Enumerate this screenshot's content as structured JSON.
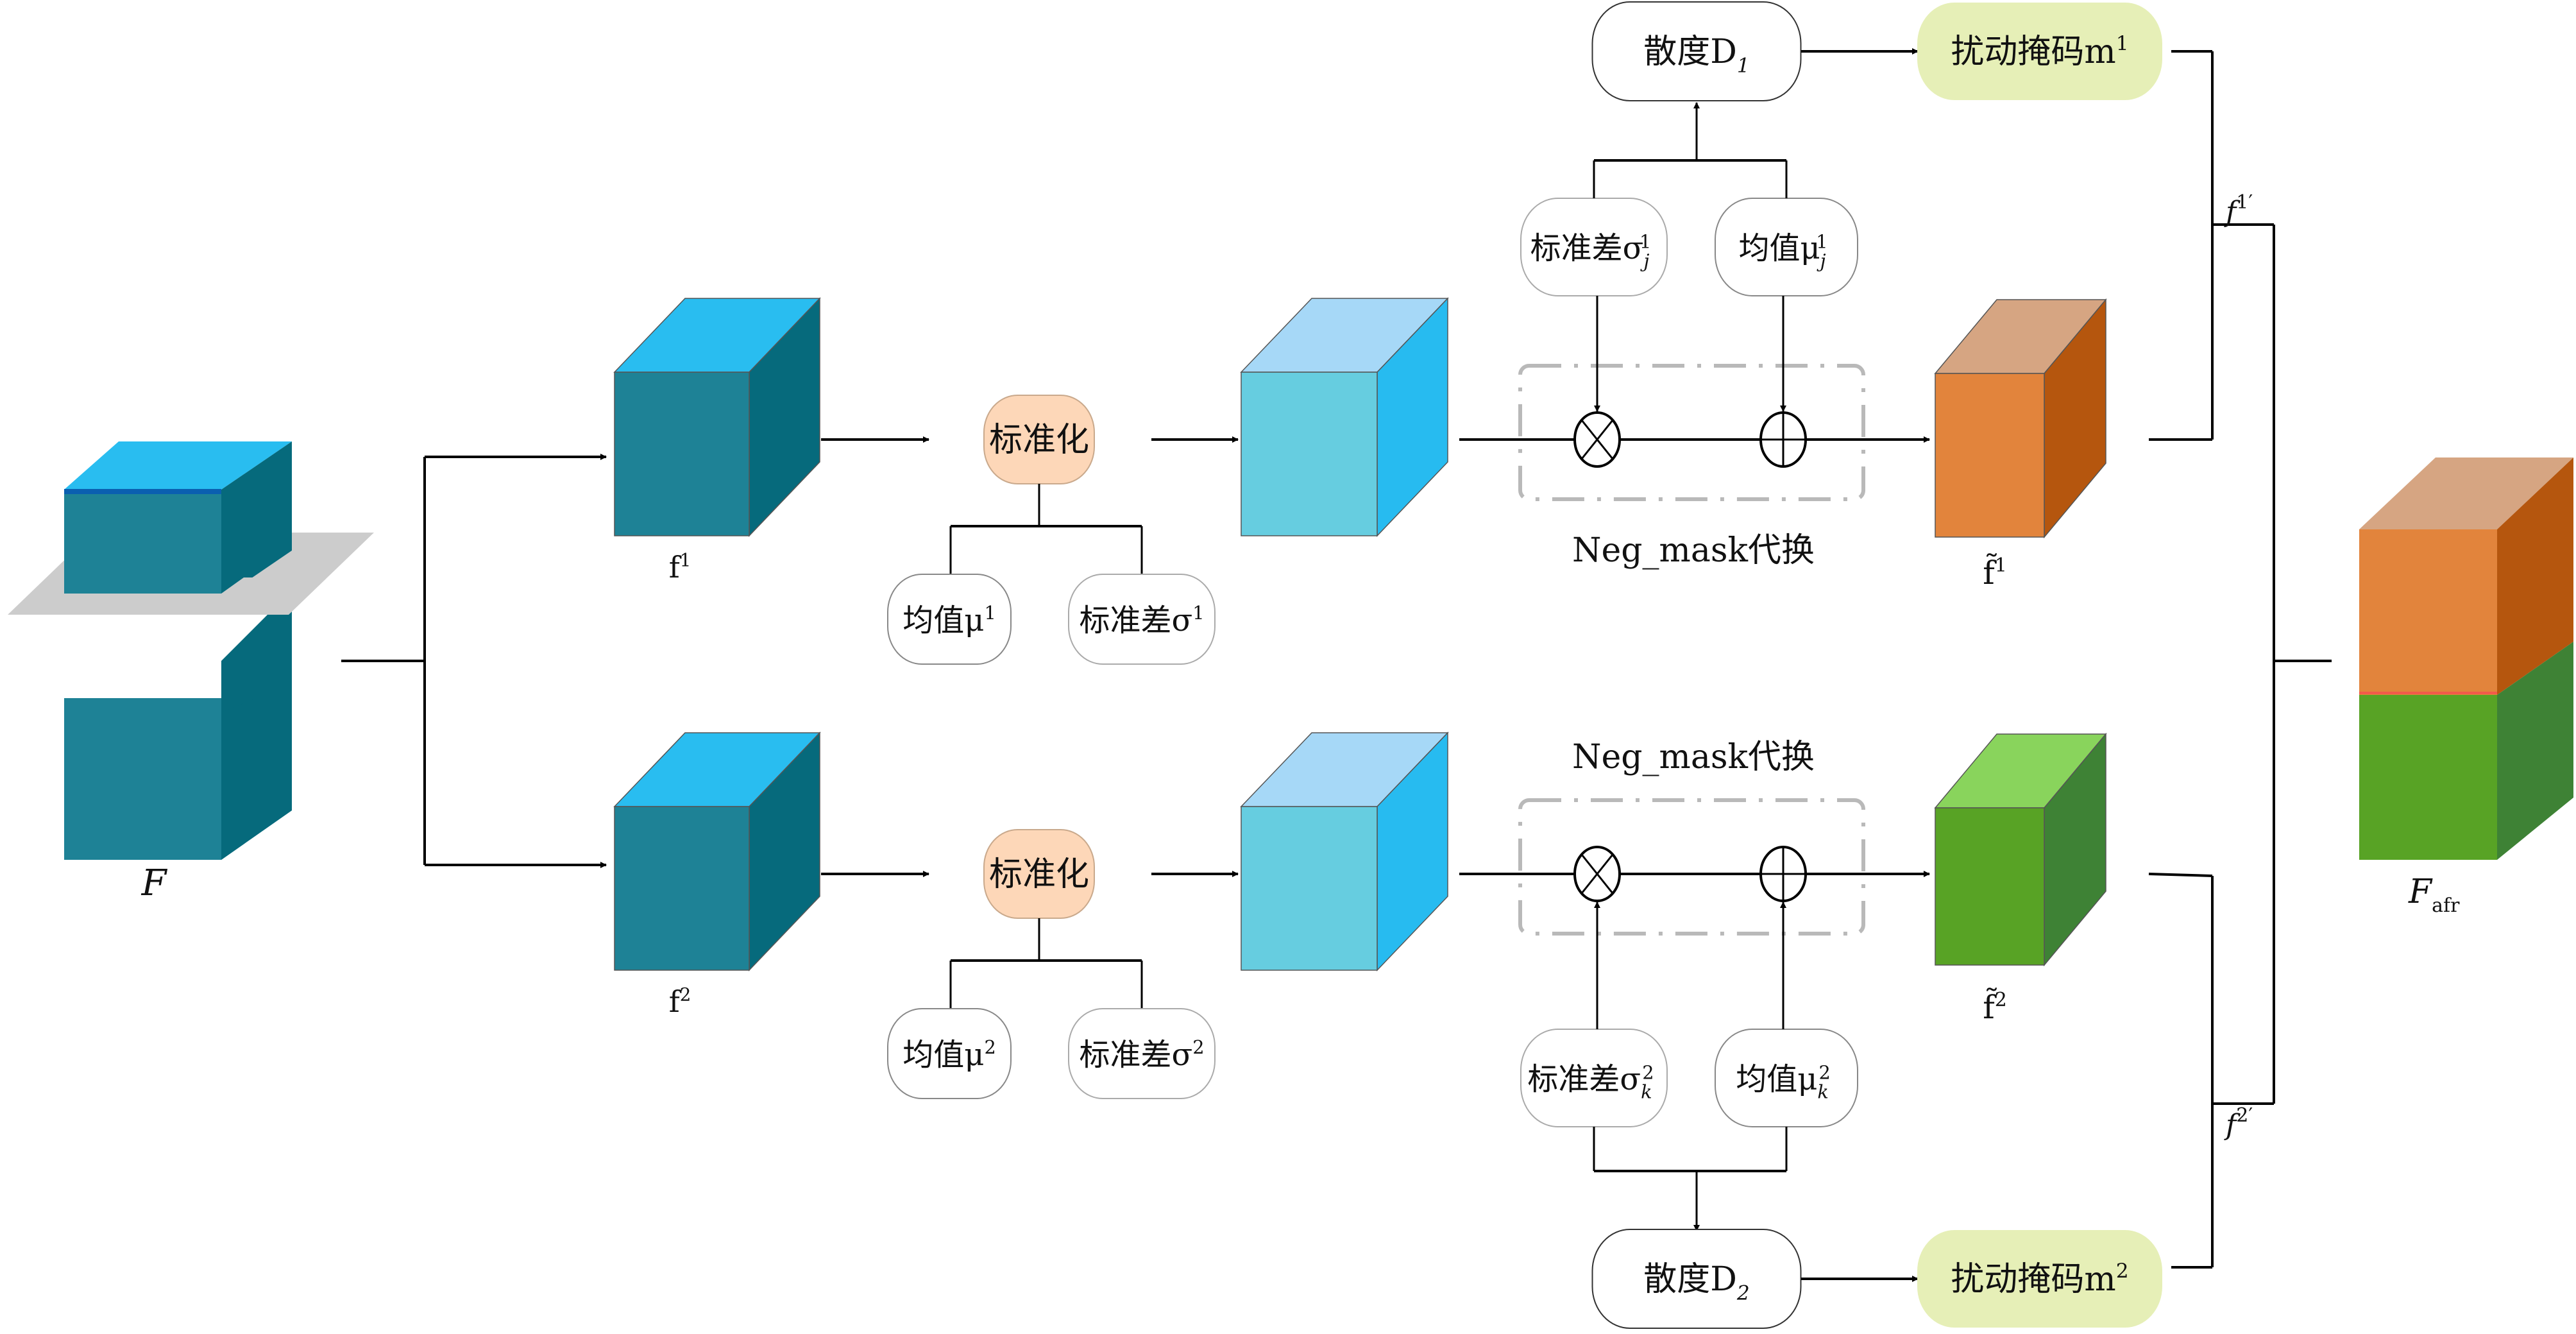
{
  "inputs": {
    "F_label": "F",
    "F_sub": ""
  },
  "branches": [
    {
      "id": 1,
      "feature_label": "f",
      "feature_sup": "1",
      "normalize_label": "标准化",
      "mean_label": "均值μ",
      "mean_sup": "1",
      "std_label": "标准差σ",
      "std_sup": "1",
      "region_label": "Neg_mask代换",
      "local_std_label": "标准差σ",
      "local_std_sub": "j",
      "local_std_sup": "1",
      "local_mean_label": "均值μ",
      "local_mean_sub": "j",
      "local_mean_sup": "1",
      "divergence_label": "散度D",
      "divergence_sub": "1",
      "mask_label": "扰动掩码m",
      "mask_sup": "1",
      "output_label": "f̃",
      "output_sup": "1",
      "prime_label": "f",
      "prime_sup": "1′",
      "mul_op": "⊗",
      "add_op": "⊕"
    },
    {
      "id": 2,
      "feature_label": "f",
      "feature_sup": "2",
      "normalize_label": "标准化",
      "mean_label": "均值μ",
      "mean_sup": "2",
      "std_label": "标准差σ",
      "std_sup": "2",
      "region_label": "Neg_mask代换",
      "local_std_label": "标准差σ",
      "local_std_sub": "k",
      "local_std_sup": "2",
      "local_mean_label": "均值μ",
      "local_mean_sub": "k",
      "local_mean_sup": "2",
      "divergence_label": "散度D",
      "divergence_sub": "2",
      "mask_label": "扰动掩码m",
      "mask_sup": "2",
      "output_label": "f̃",
      "output_sup": "2",
      "prime_label": "f",
      "prime_sup": "2′",
      "mul_op": "⊗",
      "add_op": "⊕"
    }
  ],
  "output": {
    "label": "F",
    "sub": "afr"
  },
  "colors": {
    "teal_front": "#1e8296",
    "teal_side": "#066a7c",
    "teal_top": "#29bdf0",
    "lightblue_front": "#66cde0",
    "lightblue_side": "#27bbf0",
    "lightblue_top": "#a6d8f7",
    "orange_front": "#e2843c",
    "orange_side": "#b5560e",
    "orange_top": "#d6a582",
    "green_front": "#58a325",
    "green_side": "#3e8235",
    "green_top": "#89d45c",
    "normalize_fill": "#fdd7b8",
    "mask_fill": "#e6efb7",
    "plane": "#cccccc",
    "dash_box": "#b9b9b9"
  }
}
